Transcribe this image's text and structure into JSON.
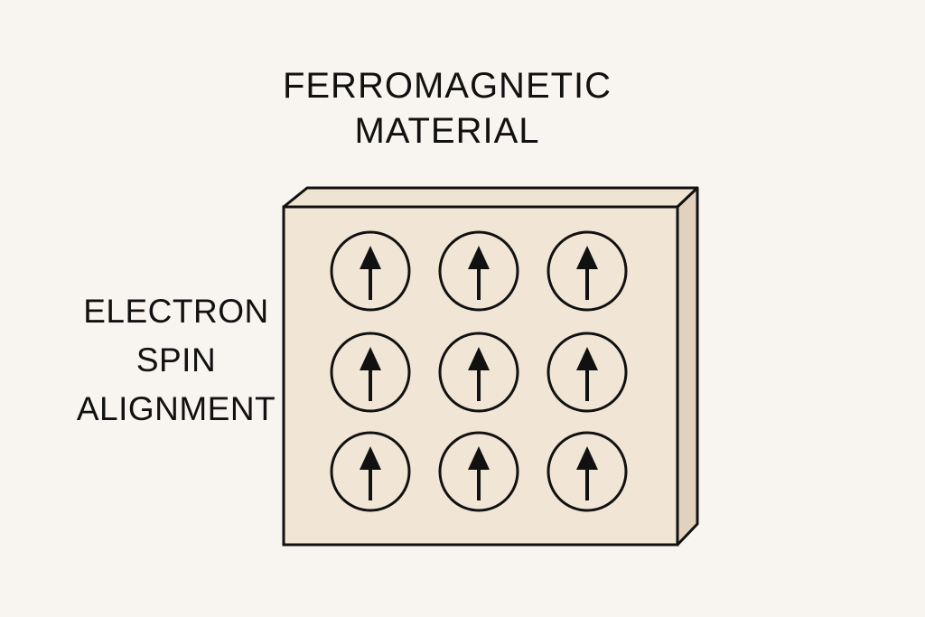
{
  "title": {
    "line1": "FERROMAGNETIC",
    "line2": "MATERIAL"
  },
  "label": {
    "line1": "ELECTRON",
    "line2": "SPIN",
    "line3": "ALIGNMENT"
  },
  "grid": {
    "rows": 3,
    "cols": 3,
    "spin_direction": "up",
    "icon": "up-arrow-in-circle"
  },
  "colors": {
    "background": "#f8f4ef",
    "front": "#f1e6d6",
    "top": "#efe3d2",
    "side": "#e2d2bd",
    "stroke": "#111111"
  }
}
